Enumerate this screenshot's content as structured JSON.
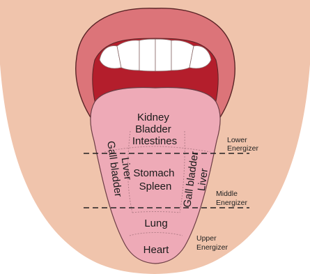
{
  "zones": {
    "back_lines": [
      "Kidney",
      "Bladder",
      "Intestines"
    ],
    "center_lines": [
      "Stomach",
      "Spleen"
    ],
    "left_side_lines": [
      "Gall bladder",
      "Liver"
    ],
    "right_side_lines": [
      "Gall bladder",
      "Liver"
    ],
    "front_upper": "Lung",
    "tip": "Heart"
  },
  "energizers": {
    "lower": [
      "Lower",
      "Energizer"
    ],
    "middle": [
      "Middle",
      "Energizer"
    ],
    "upper": [
      "Upper",
      "Energizer"
    ]
  },
  "colors": {
    "face": "#f0c4ac",
    "lips": "#dc7479",
    "lip_outline": "#5a2426",
    "mouth_interior": "#b41e2c",
    "teeth": "#ffffff",
    "tongue": "#eeaab7",
    "tongue_outline": "#6b3c44",
    "zone_lines": "#b37e88",
    "dashed_lines": "#222222"
  }
}
